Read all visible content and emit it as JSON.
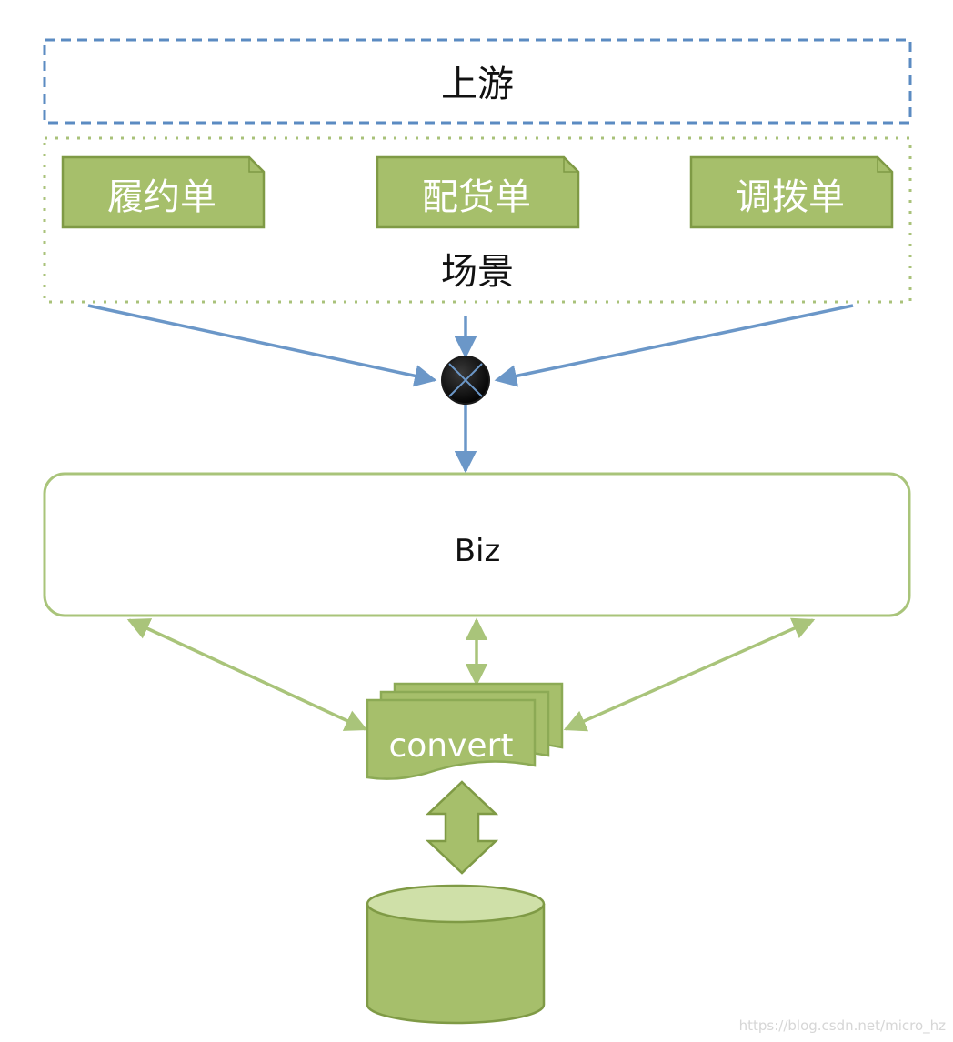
{
  "upstream": {
    "label": "上游"
  },
  "scene": {
    "label": "场景",
    "cards": [
      {
        "label": "履约单"
      },
      {
        "label": "配货单"
      },
      {
        "label": "调拨单"
      }
    ]
  },
  "biz": {
    "label": "Biz"
  },
  "convert": {
    "label": "convert"
  },
  "watermark": "https://blog.csdn.net/micro_hz",
  "colors": {
    "blue_dash": "#5b8bc2",
    "blue_arrow": "#6b97c8",
    "green_fill": "#a6bf6b",
    "green_dark": "#7f9a45",
    "green_light": "#a9c47a",
    "green_dot": "#a9c27a",
    "db_top": "#cfe0a8"
  },
  "icons": {
    "merge": "junction-x-icon",
    "db": "database-cylinder-icon",
    "double_arrow": "double-arrow-icon"
  }
}
